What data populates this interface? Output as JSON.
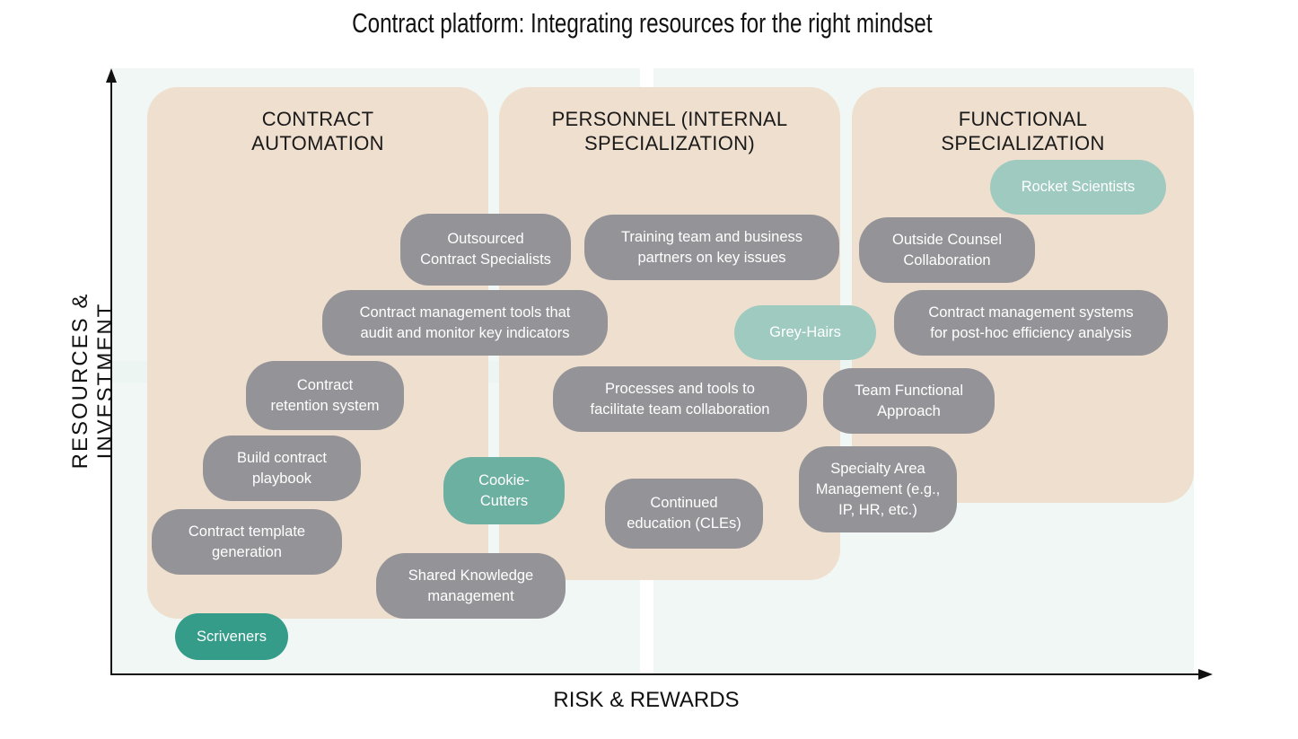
{
  "title": "Contract platform: Integrating resources for the right mindset",
  "axes": {
    "x_label": "RISK & REWARDS",
    "y_label": "RESOURCES & INVESTMENT"
  },
  "columns": [
    {
      "id": "contract-automation",
      "title_line1": "CONTRACT",
      "title_line2": "AUTOMATION"
    },
    {
      "id": "personnel",
      "title_line1": "PERSONNEL (INTERNAL",
      "title_line2": "SPECIALIZATION)"
    },
    {
      "id": "functional",
      "title_line1": "FUNCTIONAL",
      "title_line2": "SPECIALIZATION"
    }
  ],
  "items": [
    {
      "id": "rocket-scientists",
      "line1": "Rocket Scientists",
      "line2": "",
      "line3": "",
      "style": "light"
    },
    {
      "id": "outsourced-specialists",
      "line1": "Outsourced",
      "line2": "Contract Specialists",
      "line3": "",
      "style": "grey"
    },
    {
      "id": "training-team",
      "line1": "Training team and business",
      "line2": "partners on key issues",
      "line3": "",
      "style": "grey"
    },
    {
      "id": "outside-counsel",
      "line1": "Outside Counsel",
      "line2": "Collaboration",
      "line3": "",
      "style": "grey"
    },
    {
      "id": "cm-tools-audit",
      "line1": "Contract management tools that",
      "line2": "audit and monitor key indicators",
      "line3": "",
      "style": "grey"
    },
    {
      "id": "grey-hairs",
      "line1": "Grey-Hairs",
      "line2": "",
      "line3": "",
      "style": "light"
    },
    {
      "id": "cm-systems-posthoc",
      "line1": "Contract management systems",
      "line2": "for post-hoc efficiency analysis",
      "line3": "",
      "style": "grey"
    },
    {
      "id": "retention-system",
      "line1": "Contract",
      "line2": "retention system",
      "line3": "",
      "style": "grey"
    },
    {
      "id": "processes-tools",
      "line1": "Processes and tools to",
      "line2": "facilitate team collaboration",
      "line3": "",
      "style": "grey"
    },
    {
      "id": "team-functional",
      "line1": "Team Functional",
      "line2": "Approach",
      "line3": "",
      "style": "grey"
    },
    {
      "id": "build-playbook",
      "line1": "Build contract",
      "line2": "playbook",
      "line3": "",
      "style": "grey"
    },
    {
      "id": "specialty-area",
      "line1": "Specialty Area",
      "line2": "Management (e.g.,",
      "line3": "IP, HR, etc.)",
      "style": "grey"
    },
    {
      "id": "cookie-cutters",
      "line1": "Cookie-",
      "line2": "Cutters",
      "line3": "",
      "style": "mid"
    },
    {
      "id": "continued-education",
      "line1": "Continued",
      "line2": "education (CLEs)",
      "line3": "",
      "style": "grey"
    },
    {
      "id": "template-generation",
      "line1": "Contract template",
      "line2": "generation",
      "line3": "",
      "style": "grey"
    },
    {
      "id": "shared-knowledge",
      "line1": "Shared Knowledge",
      "line2": "management",
      "line3": "",
      "style": "grey"
    },
    {
      "id": "scriveners",
      "line1": "Scriveners",
      "line2": "",
      "line3": "",
      "style": "dark"
    }
  ],
  "colors": {
    "panel": "#efdfcf",
    "background": "#f1f7f4",
    "grey_pill": "#949498",
    "light_teal_pill": "#9fcac0",
    "mid_teal_pill": "#6cb0a2",
    "dark_teal_pill": "#359c89"
  }
}
